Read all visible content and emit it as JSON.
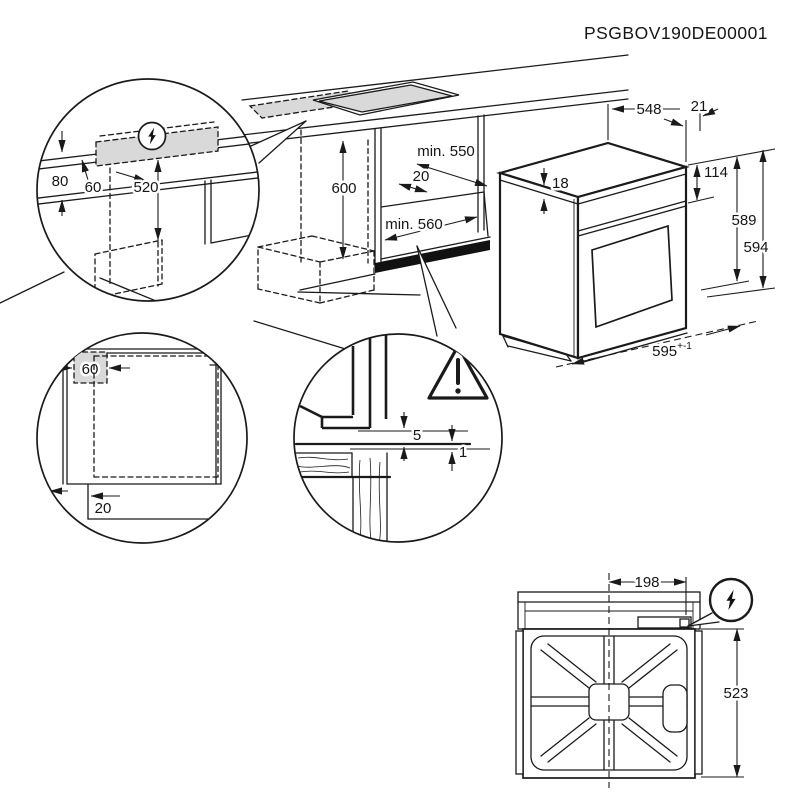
{
  "header": {
    "part_code": "PSGBOV190DE00001"
  },
  "colors": {
    "line": "#1a1a1a",
    "shaded_zone": "#d9d9d9",
    "vent_strip": "#111111",
    "background": "#ffffff"
  },
  "cabinet_niche": {
    "height": "600",
    "depth": "min. 550",
    "rear_clearance": "20",
    "width": "min. 560"
  },
  "oven_dimensions": {
    "body_depth": "548",
    "front_overhang": "21",
    "top_inset": "18",
    "control_panel_height": "114",
    "height_rear": "589",
    "height_front": "594",
    "width": "595",
    "width_tolerance": "+-1"
  },
  "connection_detail": {
    "worktop_thickness": "80",
    "offset_from_front": "60",
    "zone_height": "520"
  },
  "side_detail": {
    "zone_width": "60",
    "plinth_recess": "20"
  },
  "gap_detail": {
    "frame_gap": "5",
    "door_clearance": "1"
  },
  "rear_view": {
    "cable_offset_from_center": "198",
    "cable_zone_height": "523"
  },
  "icons": {
    "electrical": "lightning-bolt-in-circle",
    "warning": "warning-triangle-exclamation"
  }
}
